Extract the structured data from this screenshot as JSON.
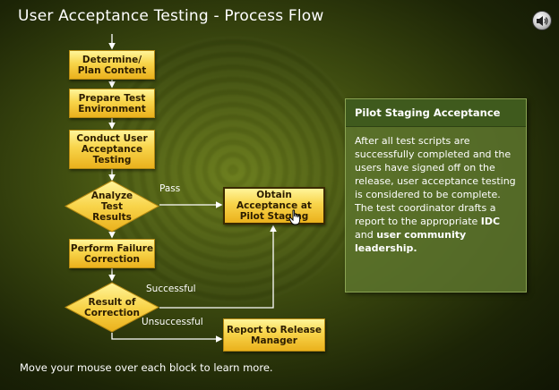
{
  "page": {
    "title": "User Acceptance Testing - Process Flow"
  },
  "flow": {
    "determine": "Determine/ Plan Content",
    "prepare": "Prepare Test Environment",
    "conduct": "Conduct User Acceptance Testing",
    "analyze": "Analyze Test Results",
    "obtain": "Obtain Acceptance at Pilot Staging",
    "perform": "Perform Failure Correction",
    "result": "Result of Correction",
    "report": "Report to Release Manager",
    "pass_label": "Pass",
    "successful_label": "Successful",
    "unsuccessful_label": "Unsuccessful"
  },
  "info": {
    "title": "Pilot Staging Acceptance",
    "text_before_idc": "After all test scripts are successfully completed and the users have signed off on the release, user acceptance testing is considered to be complete. The test coordinator drafts a report to the appropriate ",
    "idc": "IDC",
    "and": " and ",
    "leadership": "user community leadership.",
    "text_end": ""
  },
  "footer": {
    "instruction": "Move your mouse over each block to learn more."
  },
  "icons": {
    "audio": "speaker-icon",
    "pointer": "hand-pointer-icon"
  },
  "colors": {
    "box_fill": "#f8d44a",
    "panel_header": "#3f5a1d",
    "panel_body": "#5e762e",
    "background": "#3f4d10"
  }
}
